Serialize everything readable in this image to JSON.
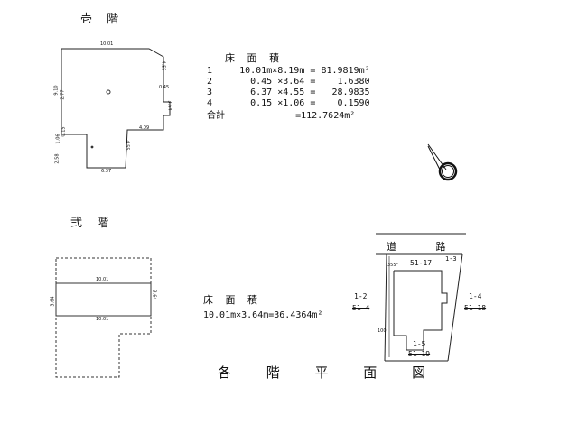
{
  "floor1": {
    "label": "壱 階",
    "dims": {
      "top": "10.01",
      "right_upper": "4.55",
      "mid_045": "0.45",
      "right_364": "3.64",
      "left_910": "9.10",
      "left_277": "2.77",
      "left_106": "1.06",
      "left_015": "0.15",
      "left_258": "2.58",
      "step_409": "4.09",
      "right_455b": "4.55",
      "bottom_637": "6.37"
    }
  },
  "floor2": {
    "label": "弐 階",
    "dims": {
      "top": "10.01",
      "bottom": "10.01",
      "left_364": "3.64",
      "right_364": "3.64"
    }
  },
  "area1": {
    "title": "床 面 積",
    "rows": [
      {
        "no": "1",
        "expr": "10.01m×8.19m",
        "eq": "=",
        "val": "81.9819m²"
      },
      {
        "no": "2",
        "expr": "0.45 ×3.64",
        "eq": "=",
        "val": "1.6380"
      },
      {
        "no": "3",
        "expr": "6.37 ×4.55",
        "eq": "=",
        "val": "28.9835"
      },
      {
        "no": "4",
        "expr": "0.15 ×1.06",
        "eq": "=",
        "val": "0.1590"
      }
    ],
    "total_label": "合計",
    "total": "=112.7624m²"
  },
  "area2": {
    "title": "床 面 積",
    "formula": "10.01m×3.64m=36.4364m²"
  },
  "site": {
    "road": "道 路",
    "lot_top": "51-17",
    "lot_top_small": "1-3",
    "lot_left_a": "1-2",
    "lot_left_b": "51-4",
    "lot_right_a": "1-4",
    "lot_right_b": "51-18",
    "lot_bottom_a": "1-5",
    "lot_bottom_b": "51-19",
    "angle1": "355°",
    "angle2": "100"
  },
  "title": "各 階 平 面 図"
}
